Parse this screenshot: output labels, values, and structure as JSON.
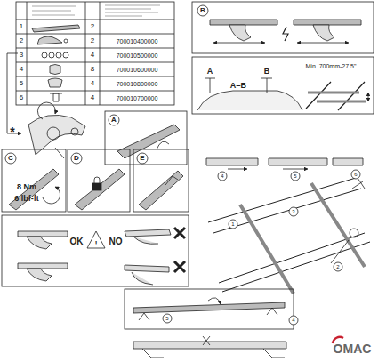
{
  "diagram": {
    "labels": [
      "*",
      "1",
      "2",
      "3",
      "4",
      "5",
      "6",
      "2",
      "2",
      "4",
      "8",
      "4",
      "4",
      "700010400000",
      "700010500000",
      "700010600000",
      "700010800000",
      "700010700000",
      "B",
      "A",
      "B",
      "A=B",
      "Min. 700mm-27.5\"",
      "A",
      "C",
      "D",
      "E",
      "8 Nm",
      "6 lbf-ft",
      "OK",
      "!",
      "NO",
      "4",
      "5",
      "6",
      "1",
      "2",
      "3",
      "5",
      "4",
      "OMAC"
    ]
  }
}
